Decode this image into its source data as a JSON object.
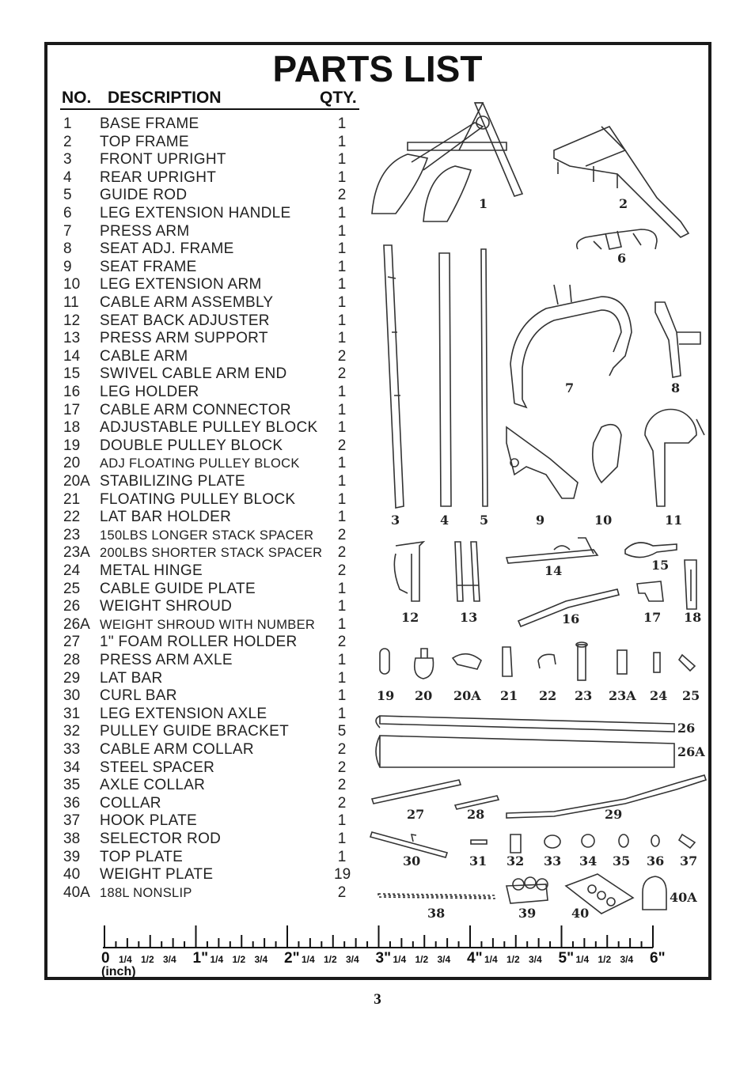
{
  "title": "PARTS LIST",
  "headers": {
    "no": "NO.",
    "description": "DESCRIPTION",
    "qty": "QTY."
  },
  "parts": [
    {
      "no": "1",
      "desc": "BASE  FRAME",
      "qty": "1"
    },
    {
      "no": "2",
      "desc": "TOP  FRAME",
      "qty": "1"
    },
    {
      "no": "3",
      "desc": "FRONT  UPRIGHT",
      "qty": "1"
    },
    {
      "no": "4",
      "desc": "REAR  UPRIGHT",
      "qty": "1"
    },
    {
      "no": "5",
      "desc": "GUIDE  ROD",
      "qty": "2"
    },
    {
      "no": "6",
      "desc": "LEG  EXTENSION  HANDLE",
      "qty": "1"
    },
    {
      "no": "7",
      "desc": "PRESS  ARM",
      "qty": "1"
    },
    {
      "no": "8",
      "desc": "SEAT  ADJ.  FRAME",
      "qty": "1"
    },
    {
      "no": "9",
      "desc": "SEAT  FRAME",
      "qty": "1"
    },
    {
      "no": "10",
      "desc": "LEG  EXTENSION  ARM",
      "qty": "1"
    },
    {
      "no": "11",
      "desc": "CABLE  ARM  ASSEMBLY",
      "qty": "1"
    },
    {
      "no": "12",
      "desc": "SEAT  BACK  ADJUSTER",
      "qty": "1"
    },
    {
      "no": "13",
      "desc": "PRESS  ARM  SUPPORT",
      "qty": "1"
    },
    {
      "no": "14",
      "desc": "CABLE  ARM",
      "qty": "2"
    },
    {
      "no": "15",
      "desc": "SWIVEL  CABLE  ARM  END",
      "qty": "2"
    },
    {
      "no": "16",
      "desc": "LEG  HOLDER",
      "qty": "1"
    },
    {
      "no": "17",
      "desc": "CABLE  ARM  CONNECTOR",
      "qty": "1"
    },
    {
      "no": "18",
      "desc": "ADJUSTABLE  PULLEY  BLOCK",
      "qty": "1"
    },
    {
      "no": "19",
      "desc": "DOUBLE  PULLEY  BLOCK",
      "qty": "2"
    },
    {
      "no": "20",
      "desc": "ADJ  FLOATING  PULLEY  BLOCK",
      "qty": "1",
      "small": true
    },
    {
      "no": "20A",
      "desc": "STABILIZING  PLATE",
      "qty": "1"
    },
    {
      "no": "21",
      "desc": "FLOATING  PULLEY  BLOCK",
      "qty": "1"
    },
    {
      "no": "22",
      "desc": "LAT  BAR  HOLDER",
      "qty": "1"
    },
    {
      "no": "23",
      "desc": "150LBS  LONGER  STACK  SPACER",
      "qty": "2",
      "small": true
    },
    {
      "no": "23A",
      "desc": "200LBS  SHORTER  STACK  SPACER",
      "qty": "2",
      "small": true
    },
    {
      "no": "24",
      "desc": "METAL  HINGE",
      "qty": "2"
    },
    {
      "no": "25",
      "desc": "CABLE  GUIDE  PLATE",
      "qty": "1"
    },
    {
      "no": "26",
      "desc": "WEIGHT  SHROUD",
      "qty": "1"
    },
    {
      "no": "26A",
      "desc": "WEIGHT  SHROUD  WITH  NUMBER",
      "qty": "1",
      "small": true
    },
    {
      "no": "27",
      "desc": "1\"  FOAM  ROLLER  HOLDER",
      "qty": "2"
    },
    {
      "no": "28",
      "desc": "PRESS  ARM  AXLE",
      "qty": "1"
    },
    {
      "no": "29",
      "desc": "LAT  BAR",
      "qty": "1"
    },
    {
      "no": "30",
      "desc": "CURL  BAR",
      "qty": "1"
    },
    {
      "no": "31",
      "desc": "LEG  EXTENSION  AXLE",
      "qty": "1"
    },
    {
      "no": "32",
      "desc": "PULLEY  GUIDE  BRACKET",
      "qty": "5"
    },
    {
      "no": "33",
      "desc": "CABLE  ARM  COLLAR",
      "qty": "2"
    },
    {
      "no": "34",
      "desc": "STEEL  SPACER",
      "qty": "2"
    },
    {
      "no": "35",
      "desc": "AXLE  COLLAR",
      "qty": "2"
    },
    {
      "no": "36",
      "desc": "COLLAR",
      "qty": "2"
    },
    {
      "no": "37",
      "desc": "HOOK  PLATE",
      "qty": "1"
    },
    {
      "no": "38",
      "desc": "SELECTOR  ROD",
      "qty": "1"
    },
    {
      "no": "39",
      "desc": "TOP  PLATE",
      "qty": "1"
    },
    {
      "no": "40",
      "desc": "WEIGHT  PLATE",
      "qty": "19"
    },
    {
      "no": "40A",
      "desc": "188L  NONSLIP",
      "qty": "2",
      "small": true
    }
  ],
  "diagram_labels": [
    "1",
    "2",
    "6",
    "3",
    "4",
    "5",
    "7",
    "8",
    "9",
    "10",
    "11",
    "12",
    "13",
    "14",
    "15",
    "16",
    "17",
    "18",
    "19",
    "20",
    "20A",
    "21",
    "22",
    "23",
    "23A",
    "24",
    "25",
    "26",
    "26A",
    "27",
    "28",
    "29",
    "30",
    "31",
    "32",
    "33",
    "34",
    "35",
    "36",
    "37",
    "38",
    "39",
    "40",
    "40A"
  ],
  "ruler": {
    "major_labels": [
      "0",
      "1\"",
      "2\"",
      "3\"",
      "4\"",
      "5\"",
      "6\""
    ],
    "minor_labels": [
      "1/4",
      "1/2",
      "3/4"
    ],
    "unit": "(inch)"
  },
  "page_number": "3"
}
